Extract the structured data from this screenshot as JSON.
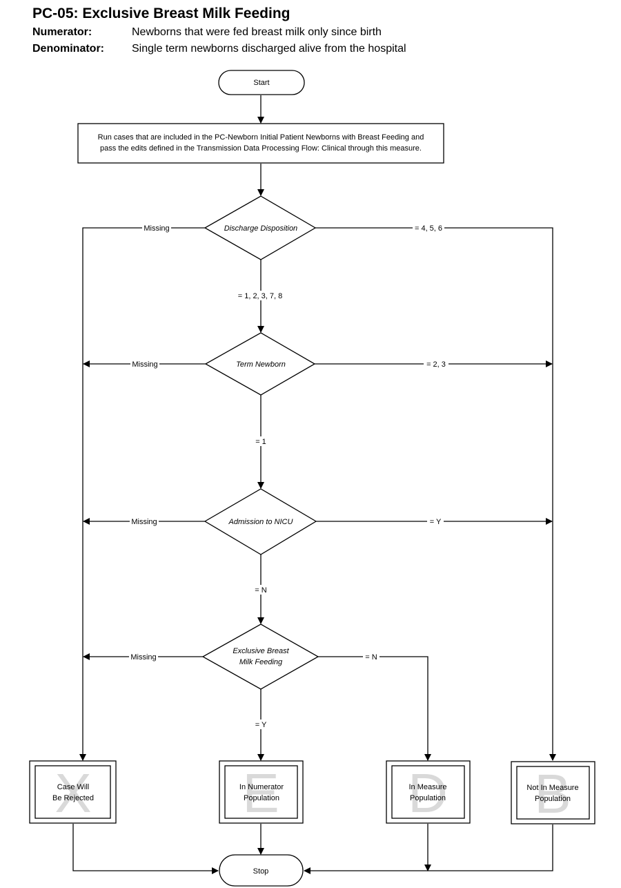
{
  "header": {
    "title": "PC-05:  Exclusive Breast Milk Feeding",
    "numerator_label": "Numerator:",
    "numerator_text": "Newborns that were fed breast milk only since birth",
    "denominator_label": "Denominator:",
    "denominator_text": "Single term newborns discharged alive from the hospital"
  },
  "flow": {
    "start": "Start",
    "process_line1": "Run cases that are included in the PC-Newborn Initial Patient Newborns with Breast Feeding and",
    "process_line2": "pass the edits defined in the Transmission Data Processing Flow: Clinical through this measure.",
    "d1": "Discharge Disposition",
    "d1_missing": "Missing",
    "d1_right": "= 4, 5, 6",
    "d1_down": "= 1, 2, 3, 7, 8",
    "d2": "Term Newborn",
    "d2_missing": "Missing",
    "d2_right": "= 2, 3",
    "d2_down": "= 1",
    "d3": "Admission to NICU",
    "d3_missing": "Missing",
    "d3_right": "= Y",
    "d3_down": "= N",
    "d4_line1": "Exclusive Breast",
    "d4_line2": "Milk Feeding",
    "d4_missing": "Missing",
    "d4_right": "= N",
    "d4_down": "= Y",
    "out_x_letter": "X",
    "out_x_line1": "Case Will",
    "out_x_line2": "Be Rejected",
    "out_e_letter": "E",
    "out_e_line1": "In Numerator",
    "out_e_line2": "Population",
    "out_d_letter": "D",
    "out_d_line1": "In Measure",
    "out_d_line2": "Population",
    "out_b_letter": "B",
    "out_b_line1": "Not In Measure",
    "out_b_line2": "Population",
    "stop": "Stop"
  }
}
